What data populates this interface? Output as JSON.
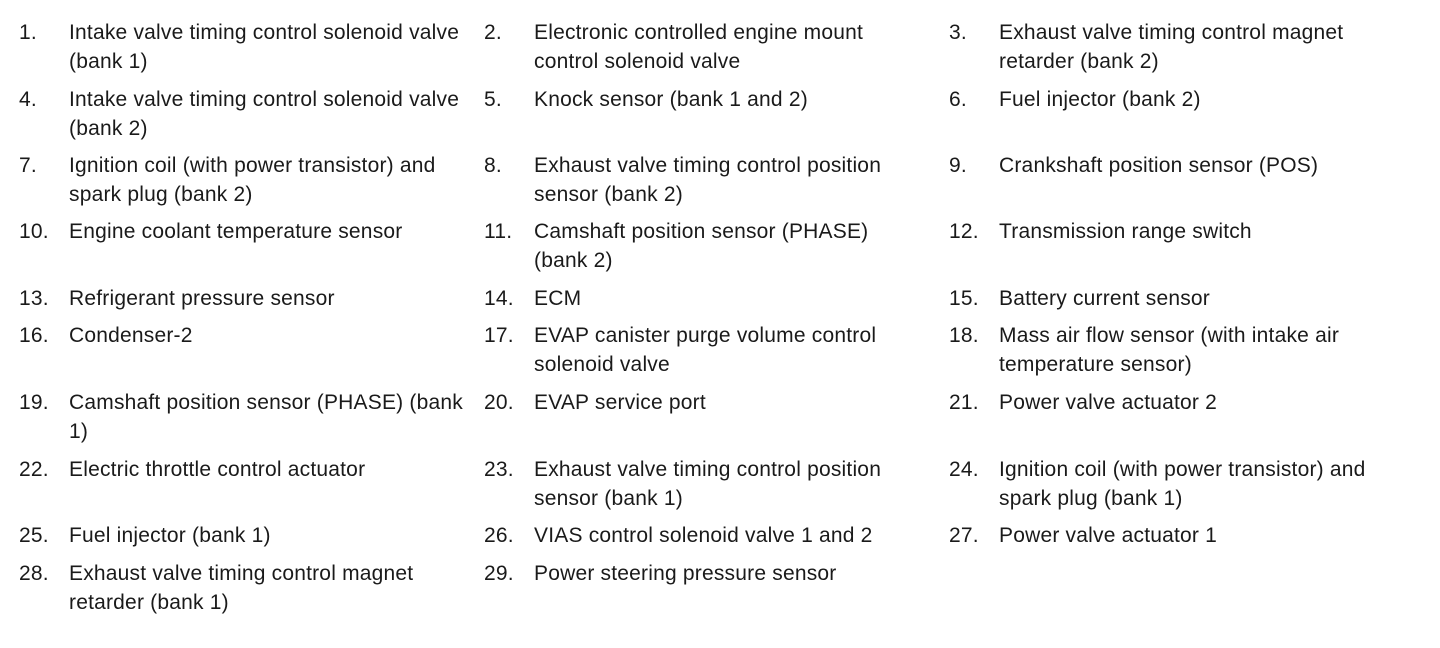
{
  "legend": {
    "rows": [
      [
        {
          "num": "1.",
          "text": "Intake valve timing control solenoid valve (bank 1)"
        },
        {
          "num": "2.",
          "text": "Electronic controlled engine mount control solenoid valve"
        },
        {
          "num": "3.",
          "text": "Exhaust valve timing control magnet retarder (bank 2)"
        }
      ],
      [
        {
          "num": "4.",
          "text": "Intake valve timing control solenoid valve (bank 2)"
        },
        {
          "num": "5.",
          "text": "Knock sensor (bank 1 and 2)"
        },
        {
          "num": "6.",
          "text": "Fuel injector (bank 2)"
        }
      ],
      [
        {
          "num": "7.",
          "text": "Ignition coil (with power transistor) and spark plug (bank 2)"
        },
        {
          "num": "8.",
          "text": "Exhaust valve timing control position sensor (bank 2)"
        },
        {
          "num": "9.",
          "text": "Crankshaft position sensor (POS)"
        }
      ],
      [
        {
          "num": "10.",
          "text": "Engine coolant temperature sensor"
        },
        {
          "num": "11.",
          "text": "Camshaft position sensor (PHASE) (bank 2)"
        },
        {
          "num": "12.",
          "text": "Transmission range switch"
        }
      ],
      [
        {
          "num": "13.",
          "text": "Refrigerant pressure sensor"
        },
        {
          "num": "14.",
          "text": "ECM"
        },
        {
          "num": "15.",
          "text": "Battery current sensor"
        }
      ],
      [
        {
          "num": "16.",
          "text": "Condenser-2"
        },
        {
          "num": "17.",
          "text": "EVAP canister purge volume control solenoid valve"
        },
        {
          "num": "18.",
          "text": "Mass air flow sensor (with intake air temperature sensor)"
        }
      ],
      [
        {
          "num": "19.",
          "text": "Camshaft position sensor (PHASE) (bank 1)"
        },
        {
          "num": "20.",
          "text": "EVAP service port"
        },
        {
          "num": "21.",
          "text": "Power valve actuator 2"
        }
      ],
      [
        {
          "num": "22.",
          "text": "Electric throttle control actuator"
        },
        {
          "num": "23.",
          "text": "Exhaust valve timing control position sensor (bank 1)"
        },
        {
          "num": "24.",
          "text": "Ignition coil (with power transistor) and spark plug (bank 1)"
        }
      ],
      [
        {
          "num": "25.",
          "text": "Fuel injector (bank 1)"
        },
        {
          "num": "26.",
          "text": "VIAS control solenoid valve 1 and 2"
        },
        {
          "num": "27.",
          "text": "Power valve actuator 1"
        }
      ],
      [
        {
          "num": "28.",
          "text": "Exhaust valve timing control magnet retarder (bank 1)"
        },
        {
          "num": "29.",
          "text": "Power steering pressure sensor"
        },
        {
          "num": "",
          "text": ""
        }
      ]
    ]
  }
}
